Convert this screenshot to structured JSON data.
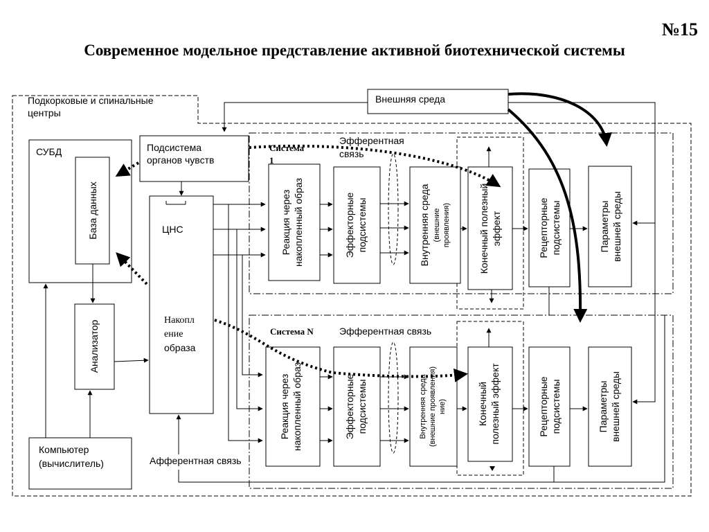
{
  "slide_number": "№15",
  "title": "Современное модельное представление активной биотехнической системы",
  "labels": {
    "subcortical_1": "Подкорковые и спинальные",
    "subcortical_2": "центры",
    "external_env": "Внешняя среда",
    "subd": "СУБД",
    "database": "База данных",
    "senses_1": "Подсистема",
    "senses_2": "органов чувств",
    "cns": "ЦНС",
    "accum_1": "Накопл",
    "accum_2": "ение",
    "accum_3": "образа",
    "analyzer": "Анализатор",
    "computer_1": "Компьютер",
    "computer_2": "(вычислитель)",
    "afferent": "Афферентная связь",
    "system1_1": "Система",
    "system1_2": "1",
    "systemN": "Система N",
    "efferent1_1": "Эфферентная",
    "efferent1_2": "связь",
    "efferentN": "Эфферентная связь"
  },
  "top_row": {
    "reaction": [
      "Реакция через",
      "накопленный образ"
    ],
    "effector": [
      "Эффекторные",
      "подсистемы"
    ],
    "internal": [
      "Внутренняя среда",
      "(внешние",
      "проявления)"
    ],
    "final": [
      "Конечный полезный",
      "эффект"
    ],
    "receptor": [
      "Рецепторные",
      "подсистемы"
    ],
    "params": [
      "Параметры",
      "внешней среды"
    ]
  },
  "bottom_row": {
    "reaction": [
      "Реакция через",
      "накопленный образ"
    ],
    "effector": [
      "Эффекторные",
      "подсистемы"
    ],
    "internal": [
      "Внутренняя среда",
      "(внешние проявления)",
      "ние)"
    ],
    "final": [
      "Конечный",
      "полезный эффект"
    ],
    "receptor": [
      "Рецепторные",
      "подсистемы"
    ],
    "params": [
      "Параметры",
      "внешней среды"
    ]
  }
}
